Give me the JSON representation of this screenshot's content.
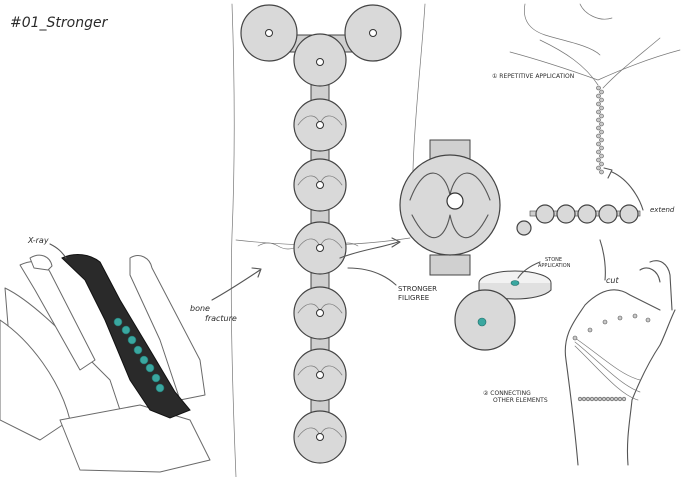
{
  "title": "#01_Stronger",
  "labels": {
    "xray": "X-ray",
    "bone_fracture_1": "bone",
    "bone_fracture_2": "fracture",
    "stronger_1": "STRONGER",
    "stronger_2": "FILIGREE",
    "repetitive": "① REPETITIVE APPLICATION",
    "extend": "extend",
    "stone": "STONE",
    "stone2": "APPLICATION",
    "cut": "cut",
    "connecting_1": "② CONNECTING",
    "connecting_2": "OTHER ELEMENTS"
  },
  "colors": {
    "ink": "#444444",
    "fill": "#d9d9d9",
    "bone_dark": "#2a2a2a",
    "teal": "#3aa7a0"
  }
}
